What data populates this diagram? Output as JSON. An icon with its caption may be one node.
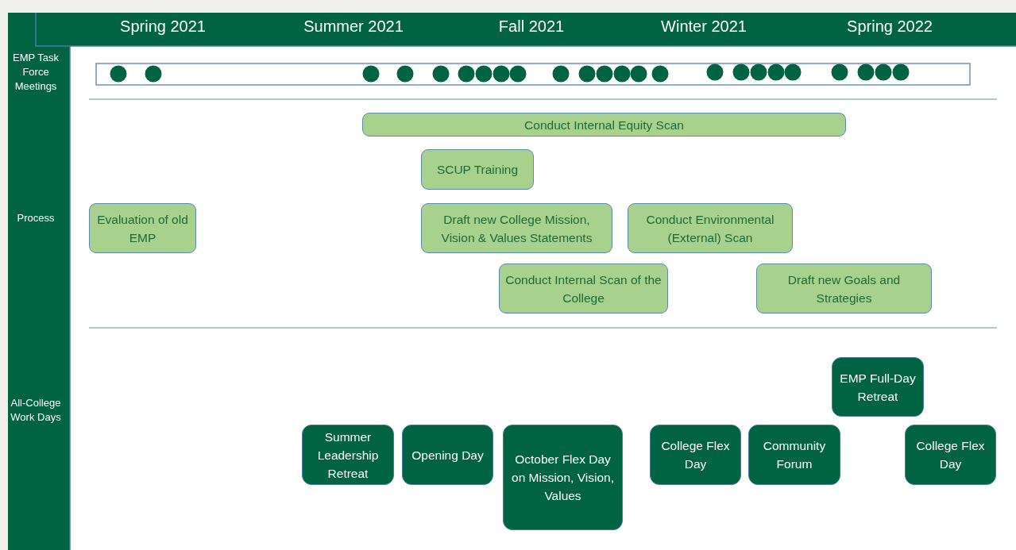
{
  "diagram": {
    "nodes": [
      {
        "text": [
          "Conduct Internal Equity Scan"
        ]
      },
      {
        "text": [
          "SCUP Training"
        ]
      },
      {
        "text": [
          "Evaluation of old EMP"
        ]
      },
      {
        "text": [
          "Draft new College Mission, Vision & Values Statements"
        ]
      },
      {
        "text": [
          "Conduct Environmental (External) Scan"
        ]
      },
      {
        "text": [
          "Conduct Internal Scan of the College"
        ]
      },
      {
        "text": [
          "Draft new Goals and Strategies"
        ]
      },
      {
        "text": [
          "EMP Full-Day Retreat"
        ]
      },
      {
        "text": [
          "Summer Leadership Retreat"
        ]
      },
      {
        "text": [
          "Opening Day"
        ]
      },
      {
        "text": [
          "October Flex Day on Mission, Vision, Values"
        ]
      },
      {
        "text": [
          "College Flex Day"
        ]
      },
      {
        "text": [
          "Community Forum"
        ]
      },
      {
        "text": [
          "College Flex Day"
        ]
      }
    ],
    "edges": [],
    "labels": [
      "Spring 2021",
      "Summer 2021",
      "Fall 2021",
      "Winter 2021",
      "Spring 2022",
      "EMP Task Force Meetings",
      "Process",
      "All-College Work Days"
    ]
  }
}
